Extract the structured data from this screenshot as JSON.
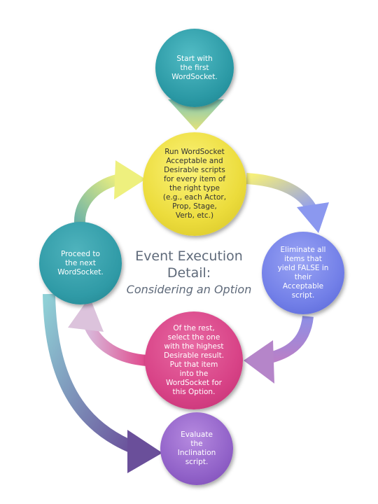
{
  "diagram": {
    "title_line1": "Event Execution",
    "title_line2": "Detail:",
    "subtitle": "Considering an Option",
    "nodes": {
      "start": "Start with\nthe first\nWordSocket.",
      "run": "Run WordSocket\nAcceptable and\nDesirable scripts\nfor every item of\nthe right type\n(e.g., each Actor,\nProp, Stage,\nVerb, etc.)",
      "eliminate": "Eliminate all\nitems that\nyield FALSE in\ntheir\nAcceptable\nscript.",
      "select": "Of the rest,\nselect the one\nwith the highest\nDesirable result.\nPut that item\ninto the\nWordSocket for\nthis Option.",
      "proceed": "Proceed to\nthe next\nWordSocket.",
      "evaluate": "Evaluate\nthe\nInclination\nscript."
    },
    "colors": {
      "start": "#2a98a4",
      "run": "#ecdc3c",
      "eliminate": "#7380e8",
      "select": "#d84387",
      "proceed": "#2f9aa6",
      "evaluate": "#9263c9"
    }
  }
}
